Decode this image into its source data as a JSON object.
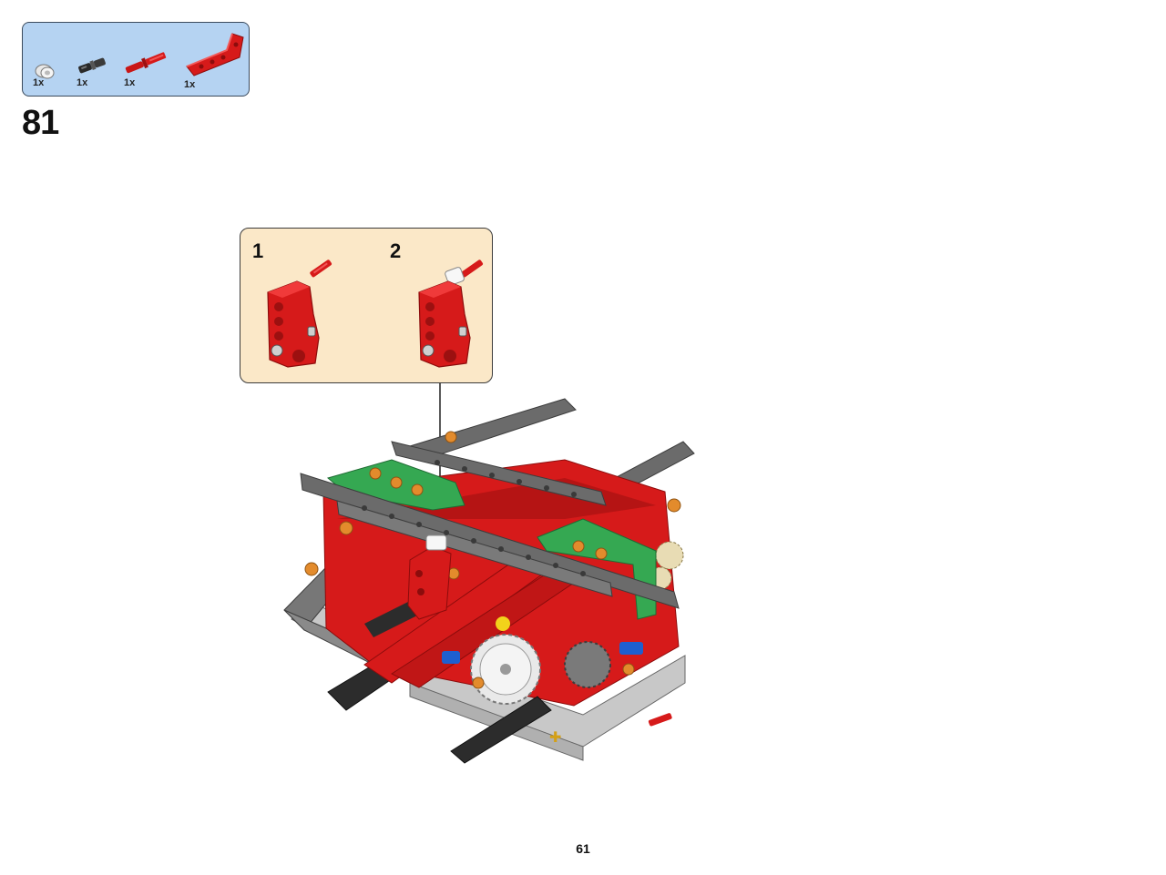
{
  "parts": [
    {
      "name": "bush",
      "qty": "1x"
    },
    {
      "name": "connector-peg",
      "qty": "1x"
    },
    {
      "name": "axle-pin",
      "qty": "1x"
    },
    {
      "name": "angled-beam",
      "qty": "1x"
    }
  ],
  "step": {
    "number": "81"
  },
  "substeps": [
    {
      "number": "1"
    },
    {
      "number": "2"
    }
  ],
  "page": {
    "number": "61"
  },
  "colors": {
    "parts_bg": "#b5d3f2",
    "substep_bg": "#fbe8c8",
    "brick_red": "#d61a1a",
    "beam_gray": "#6b6b6b",
    "beam_green": "#35a852",
    "light_gray": "#c8c8c8",
    "orange_pin": "#e38b2c",
    "blue_pin": "#1e5fd0"
  }
}
